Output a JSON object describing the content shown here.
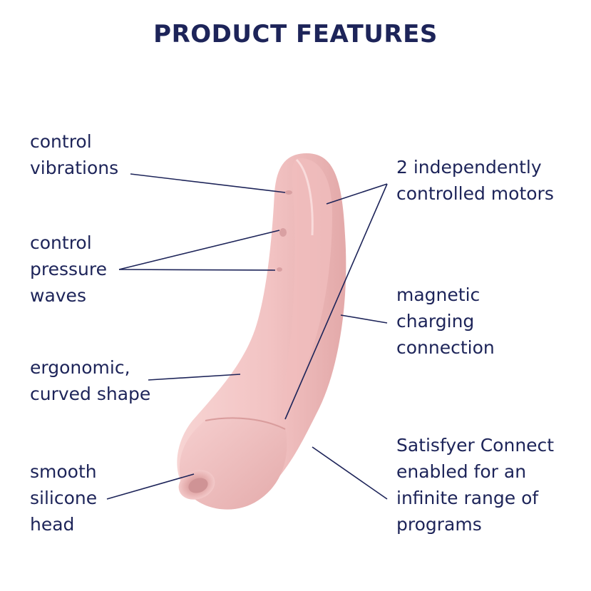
{
  "title": "PRODUCT FEATURES",
  "colors": {
    "text": "#1d2459",
    "product": "#f3c6c6",
    "product_shadow": "#dd9f9f",
    "background": "#ffffff"
  },
  "features": {
    "control_vibrations": [
      "control",
      "vibrations"
    ],
    "control_pressure": [
      "control",
      "pressure",
      "waves"
    ],
    "ergonomic": [
      "ergonomic,",
      "curved shape"
    ],
    "silicone_head": [
      "smooth",
      "silicone",
      "head"
    ],
    "motors": [
      "2 independently",
      "controlled motors"
    ],
    "magnetic": [
      "magnetic",
      "charging",
      "connection"
    ],
    "connect": [
      "Satisfyer Connect",
      "enabled for an",
      "infinite range of",
      "programs"
    ]
  }
}
